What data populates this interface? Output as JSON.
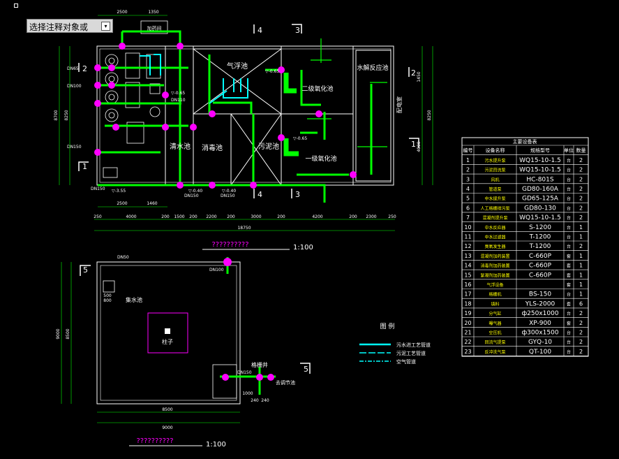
{
  "annotation_selector": {
    "label": "选择注释对象或"
  },
  "colors": {
    "outline": "#ffffff",
    "pipe": "#00ff00",
    "water": "#00ffff",
    "dim": "#00ff00",
    "valve": "#ff00ff",
    "text": "#ffffff",
    "label": "#ffff00",
    "pipe_label": "#00ff00"
  },
  "plan": {
    "rooms": {
      "room_a": "清水池",
      "room_b": "消毒池",
      "room_c": "气浮池",
      "room_d": "污泥池",
      "room_e": "二级氧化池",
      "room_f": "一级氧化池",
      "room_g": "水解反应池",
      "room_h": "配电室"
    },
    "box_label": "加药间",
    "dims_top": [
      "2500",
      "1350"
    ],
    "dims_bottom_1": [
      "2500",
      "1460"
    ],
    "dims_bottom_2": [
      "250",
      "4000",
      "200",
      "1500",
      "200",
      "2200",
      "200",
      "3000",
      "200",
      "4200",
      "200",
      "2300",
      "250"
    ],
    "dim_total": "18750",
    "dims_left": [
      "8700",
      "8250"
    ],
    "dims_right": [
      "4000",
      "8250",
      "1450"
    ],
    "section_marks": [
      "1",
      "2",
      "3",
      "4",
      "4",
      "3",
      "2",
      "1"
    ],
    "pipe_labels": [
      "DN65",
      "DN100",
      "DN150",
      "DN150",
      "DN150",
      "DN150",
      "DN110"
    ],
    "levels": [
      "▽-3.55",
      "▽-0.65",
      "▽-0.65",
      "▽-0.40",
      "▽-0.40",
      "▽-0.65"
    ],
    "title": "??????????",
    "scale": "1:100"
  },
  "plan2": {
    "room_label": "集水池",
    "pillar_label": "柱子",
    "pit_label": "格栅井",
    "outlet_label": "去调节池",
    "section_mark": "5",
    "dims_bottom": [
      "8500",
      "9000"
    ],
    "dims_left": [
      "9000",
      "8500"
    ],
    "dims_small": [
      "1000",
      "240",
      "240",
      "500",
      "800"
    ],
    "pipe_labels": [
      "DN50",
      "DN100",
      "DN150"
    ],
    "title": "??????????",
    "scale": "1:100"
  },
  "legend": {
    "title": "图  例",
    "items": [
      "污水进工艺管道",
      "污泥工艺管道",
      "空气管道"
    ]
  },
  "equipment_table": {
    "title": "主要设备表",
    "headers": [
      "编号",
      "设备名称",
      "规格型号",
      "单位",
      "数量"
    ],
    "rows": [
      [
        "1",
        "污水提升泵",
        "WQ15-10-1.5",
        "台",
        "2"
      ],
      [
        "2",
        "污泥回流泵",
        "WQ15-10-1.5",
        "台",
        "2"
      ],
      [
        "3",
        "风机",
        "HC-801S",
        "台",
        "2"
      ],
      [
        "4",
        "管道泵",
        "GD80-160A",
        "台",
        "2"
      ],
      [
        "5",
        "中水提升泵",
        "GD65-125A",
        "台",
        "2"
      ],
      [
        "6",
        "人工格栅排污泵",
        "GD80-130",
        "台",
        "2"
      ],
      [
        "7",
        "混凝剂提升泵",
        "WQ15-10-1.5",
        "台",
        "2"
      ],
      [
        "10",
        "中水反应器",
        "S-1200",
        "台",
        "1"
      ],
      [
        "11",
        "中水过滤器",
        "T-1200",
        "台",
        "1"
      ],
      [
        "12",
        "臭氧发生器",
        "T-1200",
        "台",
        "2"
      ],
      [
        "13",
        "混凝剂加药装置",
        "C-660P",
        "套",
        "1"
      ],
      [
        "14",
        "消毒剂加药装置",
        "C-660P",
        "套",
        "1"
      ],
      [
        "15",
        "絮凝剂加药装置",
        "C-660P",
        "套",
        "1"
      ],
      [
        "16",
        "气浮设备",
        "",
        "套",
        "1"
      ],
      [
        "17",
        "格栅机",
        "BS-150",
        "台",
        "1"
      ],
      [
        "18",
        "填料",
        "YLS-2000",
        "套",
        "6"
      ],
      [
        "19",
        "分气缸",
        "ф250x1000",
        "台",
        "2"
      ],
      [
        "20",
        "曝气器",
        "XP-900",
        "套",
        "2"
      ],
      [
        "21",
        "空压机",
        "ф300x1500",
        "台",
        "2"
      ],
      [
        "22",
        "回流气提泵",
        "GYQ-10",
        "台",
        "2"
      ],
      [
        "23",
        "反冲洗气泵",
        "QT-100",
        "台",
        "2"
      ]
    ]
  }
}
